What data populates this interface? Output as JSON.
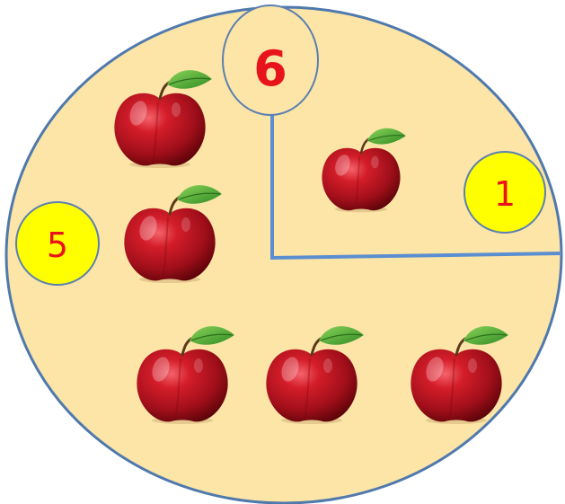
{
  "diagram": {
    "whole": {
      "label": "6",
      "label_color": "#e8141b",
      "bubble_fill": "#fde5a8",
      "bubble_stroke": "#5b7fb0"
    },
    "parts": [
      {
        "label": "5",
        "label_color": "#e8141b",
        "bubble_fill": "#ffff00",
        "bubble_stroke": "#5b7fb0",
        "apple_count": 5
      },
      {
        "label": "1",
        "label_color": "#e8141b",
        "bubble_fill": "#ffff00",
        "bubble_stroke": "#5b7fb0",
        "apple_count": 1
      }
    ],
    "background_fill": "#fde5a8",
    "outline_color": "#4f79ad",
    "divider_color": "#5b8ed0",
    "apple_icon": "red-apple-icon"
  }
}
